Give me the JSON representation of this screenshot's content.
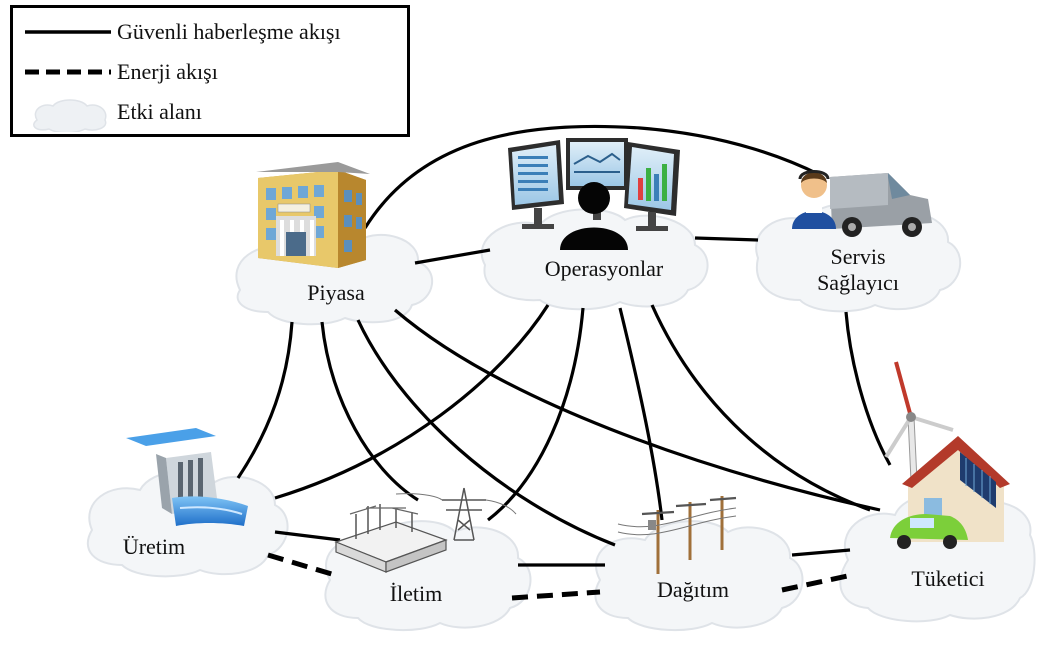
{
  "legend": {
    "secure_comm": "Güvenli haberleşme akışı",
    "energy_flow": "Enerji akışı",
    "domain": "Etki alanı"
  },
  "nodes": {
    "market": "Piyasa",
    "operations": "Operasyonlar",
    "service_provider_line1": "Servis",
    "service_provider_line2": "Sağlayıcı",
    "generation": "Üretim",
    "transmission": "İletim",
    "distribution": "Dağıtım",
    "customer": "Tüketici"
  },
  "colors": {
    "line": "#000000",
    "cloud_fill": "#f4f6f8",
    "cloud_stroke": "#dfe3e8",
    "water": "#3a8fdc",
    "building": "#e8c86a",
    "car": "#7ccf3a",
    "roof": "#c0392b"
  },
  "icons": {
    "market": "office-building-icon",
    "operations": "control-room-operator-icon",
    "service_provider": "technician-truck-icon",
    "generation": "hydro-dam-icon",
    "transmission": "substation-tower-icon",
    "distribution": "utility-poles-icon",
    "customer": "house-wind-solar-ev-icon"
  }
}
